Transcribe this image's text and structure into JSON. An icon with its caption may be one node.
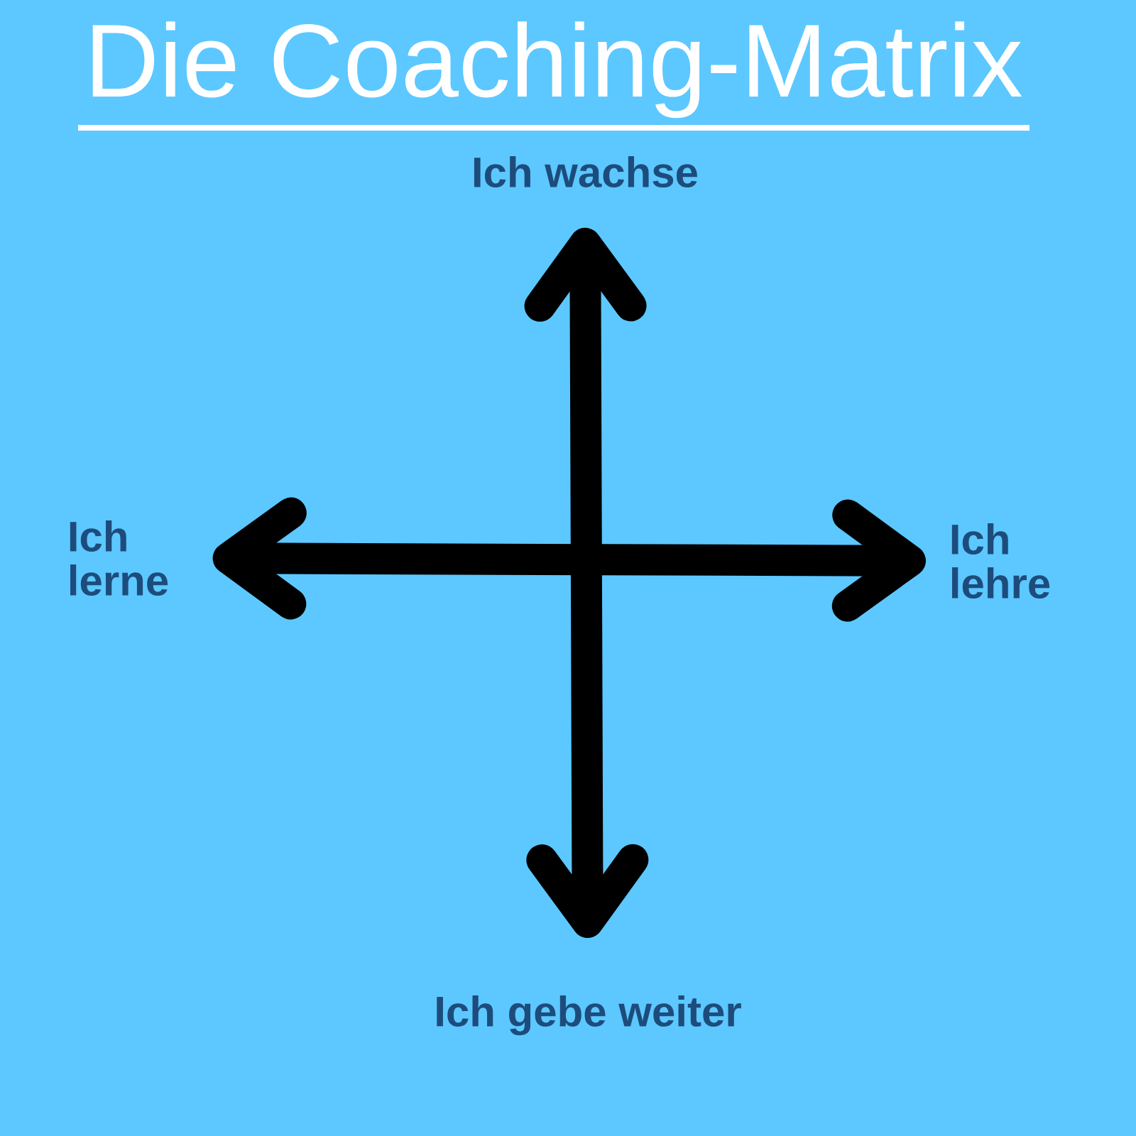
{
  "diagram": {
    "title": "Die Coaching-Matrix",
    "nodes": [
      {
        "text": [
          "Ich wachse"
        ]
      },
      {
        "text": [
          "Ich lerne"
        ]
      },
      {
        "text": [
          "Ich lehre"
        ]
      },
      {
        "text": [
          "Ich gebe weiter"
        ]
      }
    ],
    "edges": [
      {
        "from": 1,
        "to": 2,
        "arrow": "both"
      },
      {
        "from": 0,
        "to": 3,
        "arrow": "both"
      }
    ]
  }
}
